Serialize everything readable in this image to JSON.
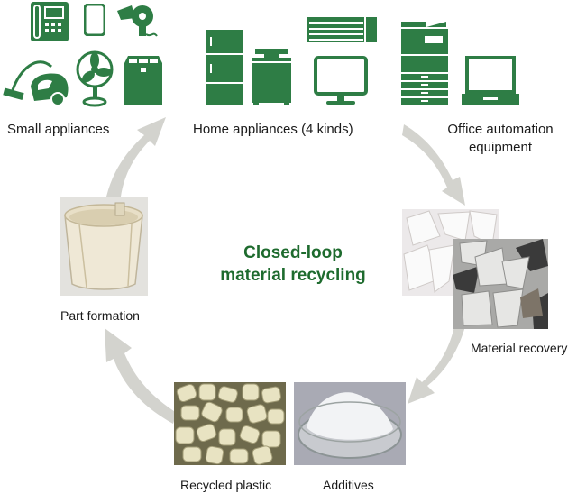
{
  "diagram": {
    "title_line1": "Closed-loop",
    "title_line2": "material recycling",
    "colors": {
      "icon_green": "#2e7d45",
      "title_green": "#1e6b2e",
      "arrow_gray": "#d3d3ce",
      "text": "#1a1a1a"
    },
    "nodes": {
      "small_appliances": {
        "label": "Small appliances",
        "icons": [
          "telephone-icon",
          "tablet-icon",
          "hair-dryer-icon",
          "vacuum-cleaner-icon",
          "electric-fan-icon",
          "box-icon"
        ]
      },
      "home_appliances": {
        "label": "Home appliances (4 kinds)",
        "icons": [
          "refrigerator-icon",
          "washing-machine-icon",
          "air-conditioner-icon",
          "television-icon"
        ]
      },
      "office_equipment": {
        "label_line1": "Office automation",
        "label_line2": "equipment",
        "icons": [
          "copier-icon",
          "laptop-icon"
        ]
      },
      "material_recovery": {
        "label": "Material recovery",
        "images": [
          "white-plastic-flakes",
          "mixed-plastic-flakes"
        ]
      },
      "additives": {
        "label": "Additives",
        "images": [
          "powder-in-dish"
        ]
      },
      "recycled_plastic": {
        "label": "Recycled plastic",
        "images": [
          "plastic-pellets"
        ]
      },
      "part_formation": {
        "label": "Part formation",
        "images": [
          "molded-basket"
        ]
      }
    },
    "flow": [
      "Small appliances",
      "Home appliances (4 kinds)",
      "Office automation equipment",
      "Material recovery",
      "Additives",
      "Recycled plastic",
      "Part formation",
      "Small appliances"
    ]
  }
}
